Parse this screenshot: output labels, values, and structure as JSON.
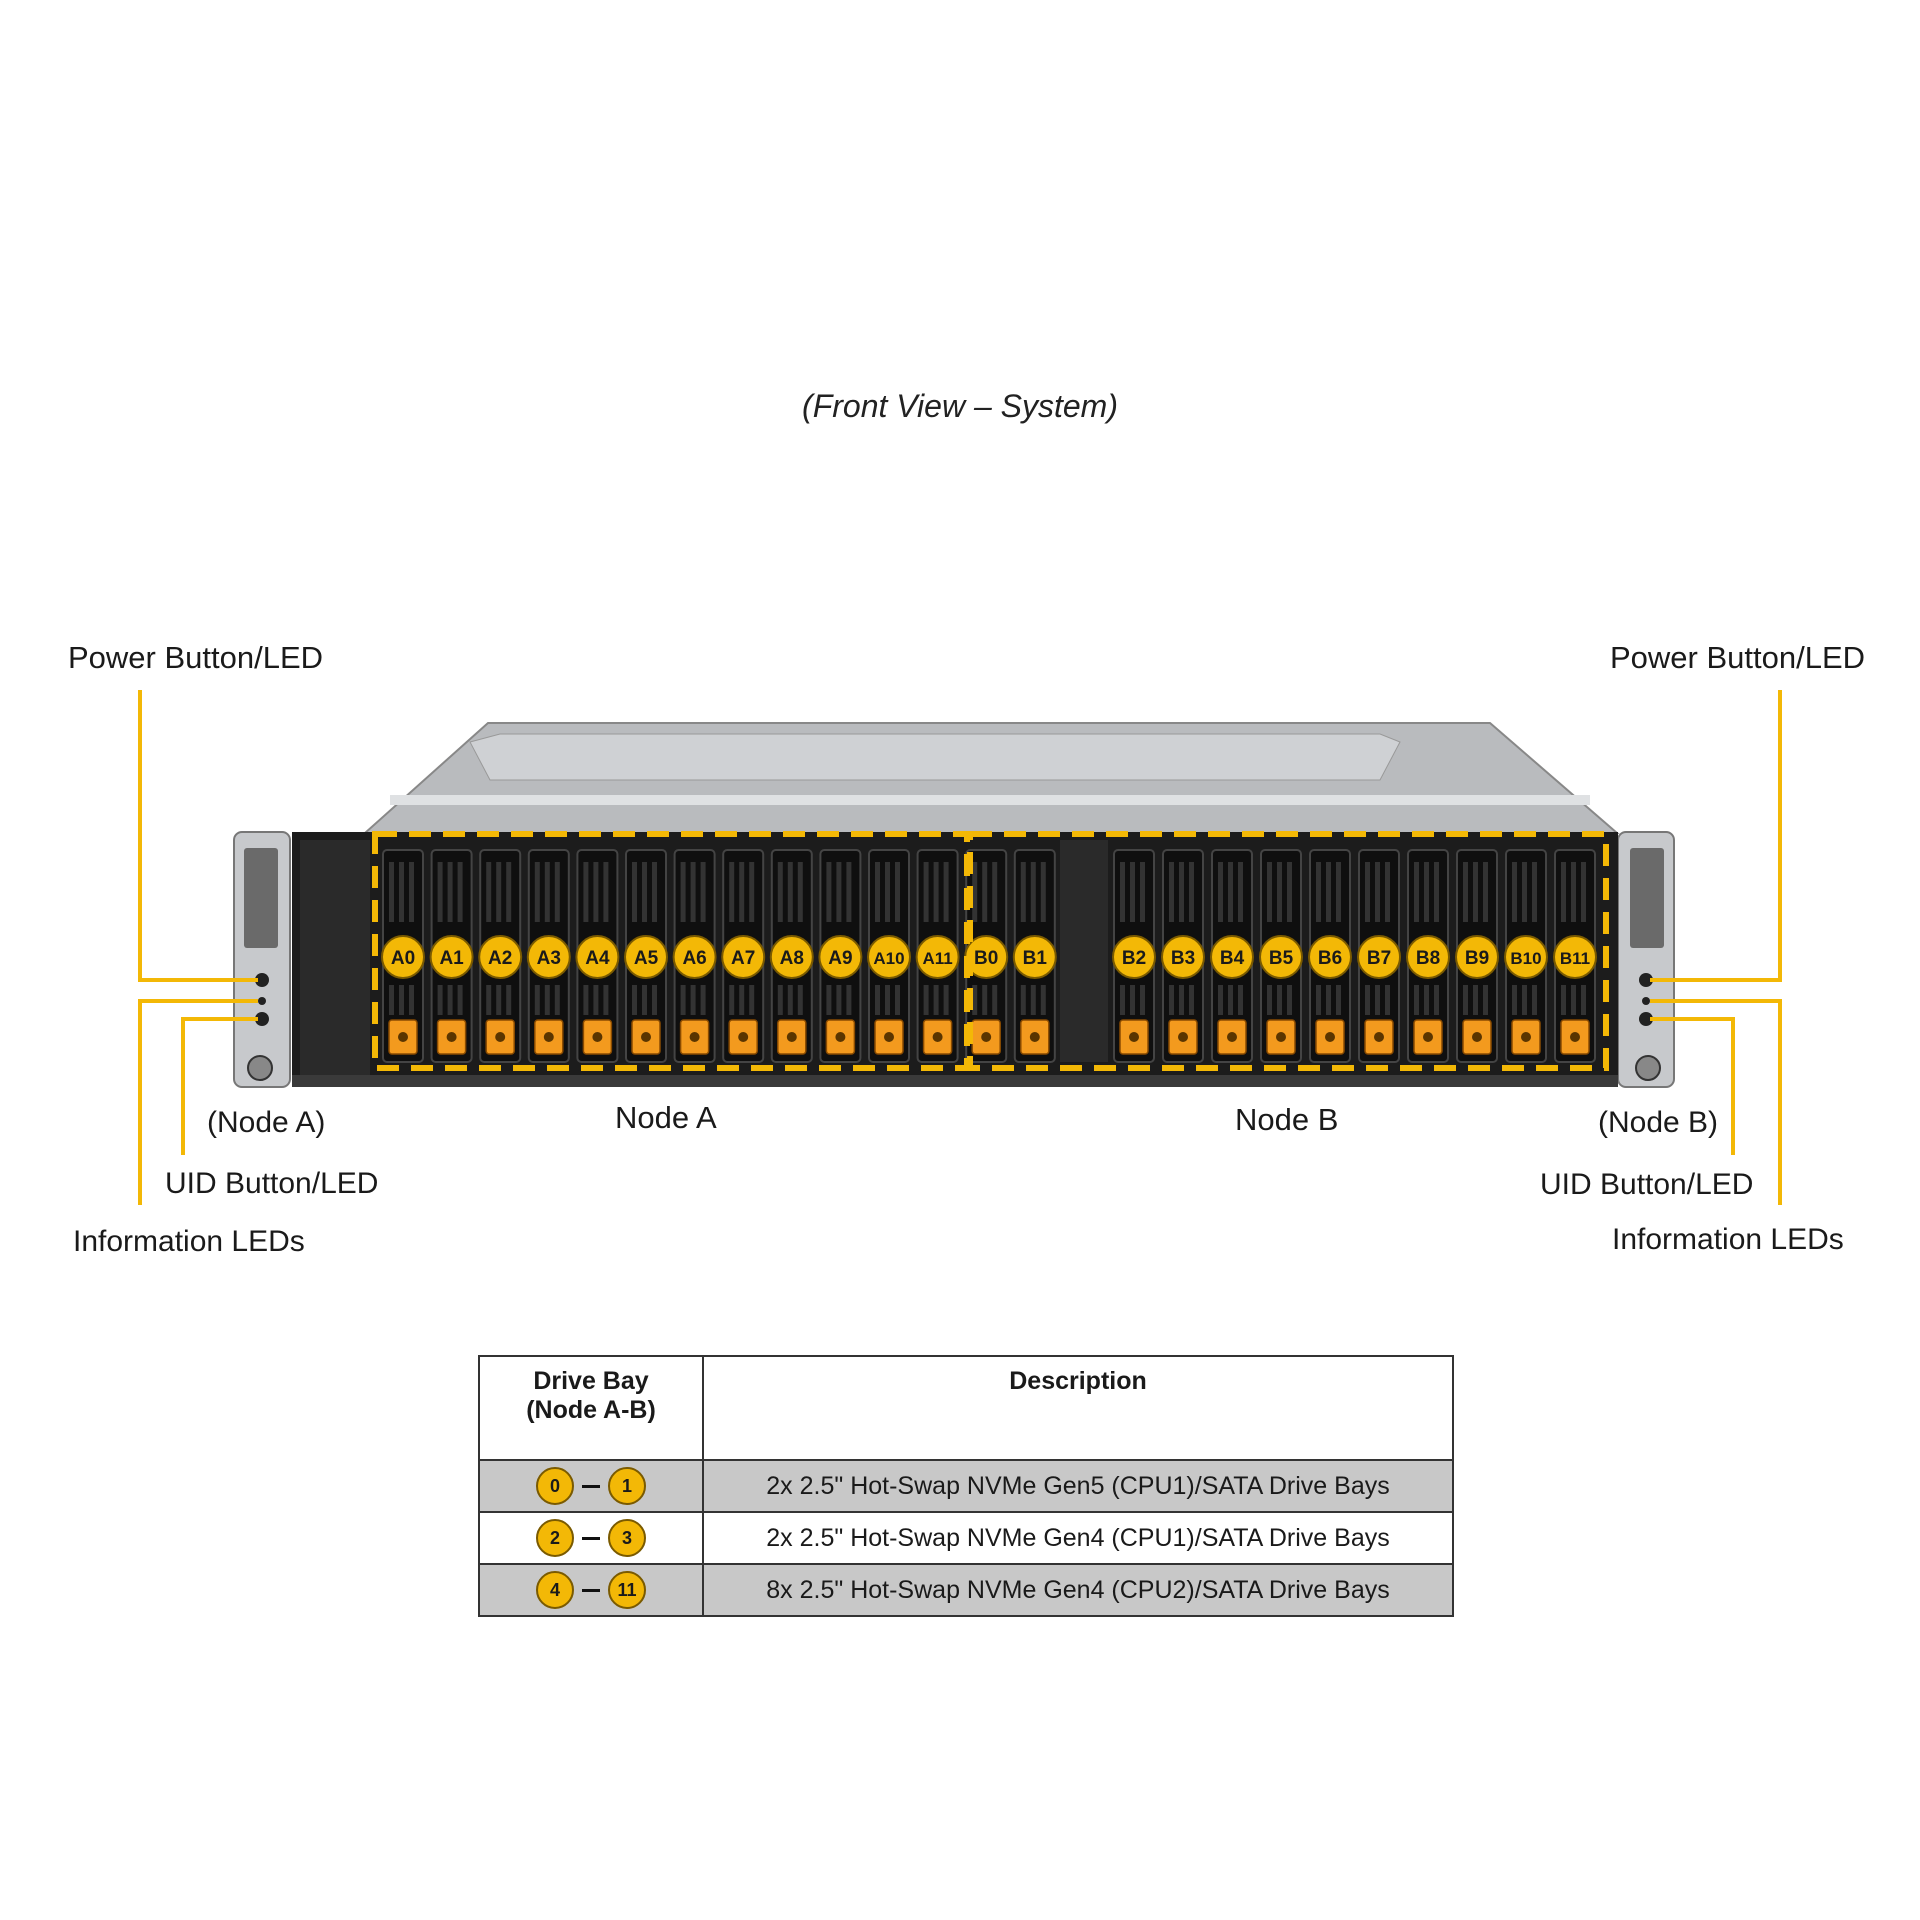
{
  "caption": "(Front View – System)",
  "callouts": {
    "left_power": "Power Button/LED",
    "right_power": "Power Button/LED",
    "left_node": "(Node A)",
    "right_node": "(Node B)",
    "left_uid": "UID Button/LED",
    "right_uid": "UID Button/LED",
    "left_info": "Information LEDs",
    "right_info": "Information LEDs"
  },
  "nodes": {
    "a": "Node A",
    "b": "Node B"
  },
  "bays": {
    "node_a": [
      "A0",
      "A1",
      "A2",
      "A3",
      "A4",
      "A5",
      "A6",
      "A7",
      "A8",
      "A9",
      "A10",
      "A11",
      "B0",
      "B1"
    ],
    "node_b": [
      "B2",
      "B3",
      "B4",
      "B5",
      "B6",
      "B7",
      "B8",
      "B9",
      "B10",
      "B11"
    ]
  },
  "table": {
    "header_col1_line1": "Drive Bay",
    "header_col1_line2": "(Node A-B)",
    "header_col2": "Description",
    "rows": [
      {
        "from": "0",
        "to": "1",
        "description": "2x 2.5\" Hot-Swap NVMe Gen5 (CPU1)/SATA Drive Bays"
      },
      {
        "from": "2",
        "to": "3",
        "description": "2x 2.5\" Hot-Swap NVMe Gen4 (CPU1)/SATA Drive Bays"
      },
      {
        "from": "4",
        "to": "11",
        "description": "8x 2.5\" Hot-Swap NVMe Gen4 (CPU2)/SATA Drive Bays"
      }
    ]
  },
  "colors": {
    "accent": "#f3b806",
    "tab": "#f39a1e",
    "chassis": "#1c1c1c"
  }
}
